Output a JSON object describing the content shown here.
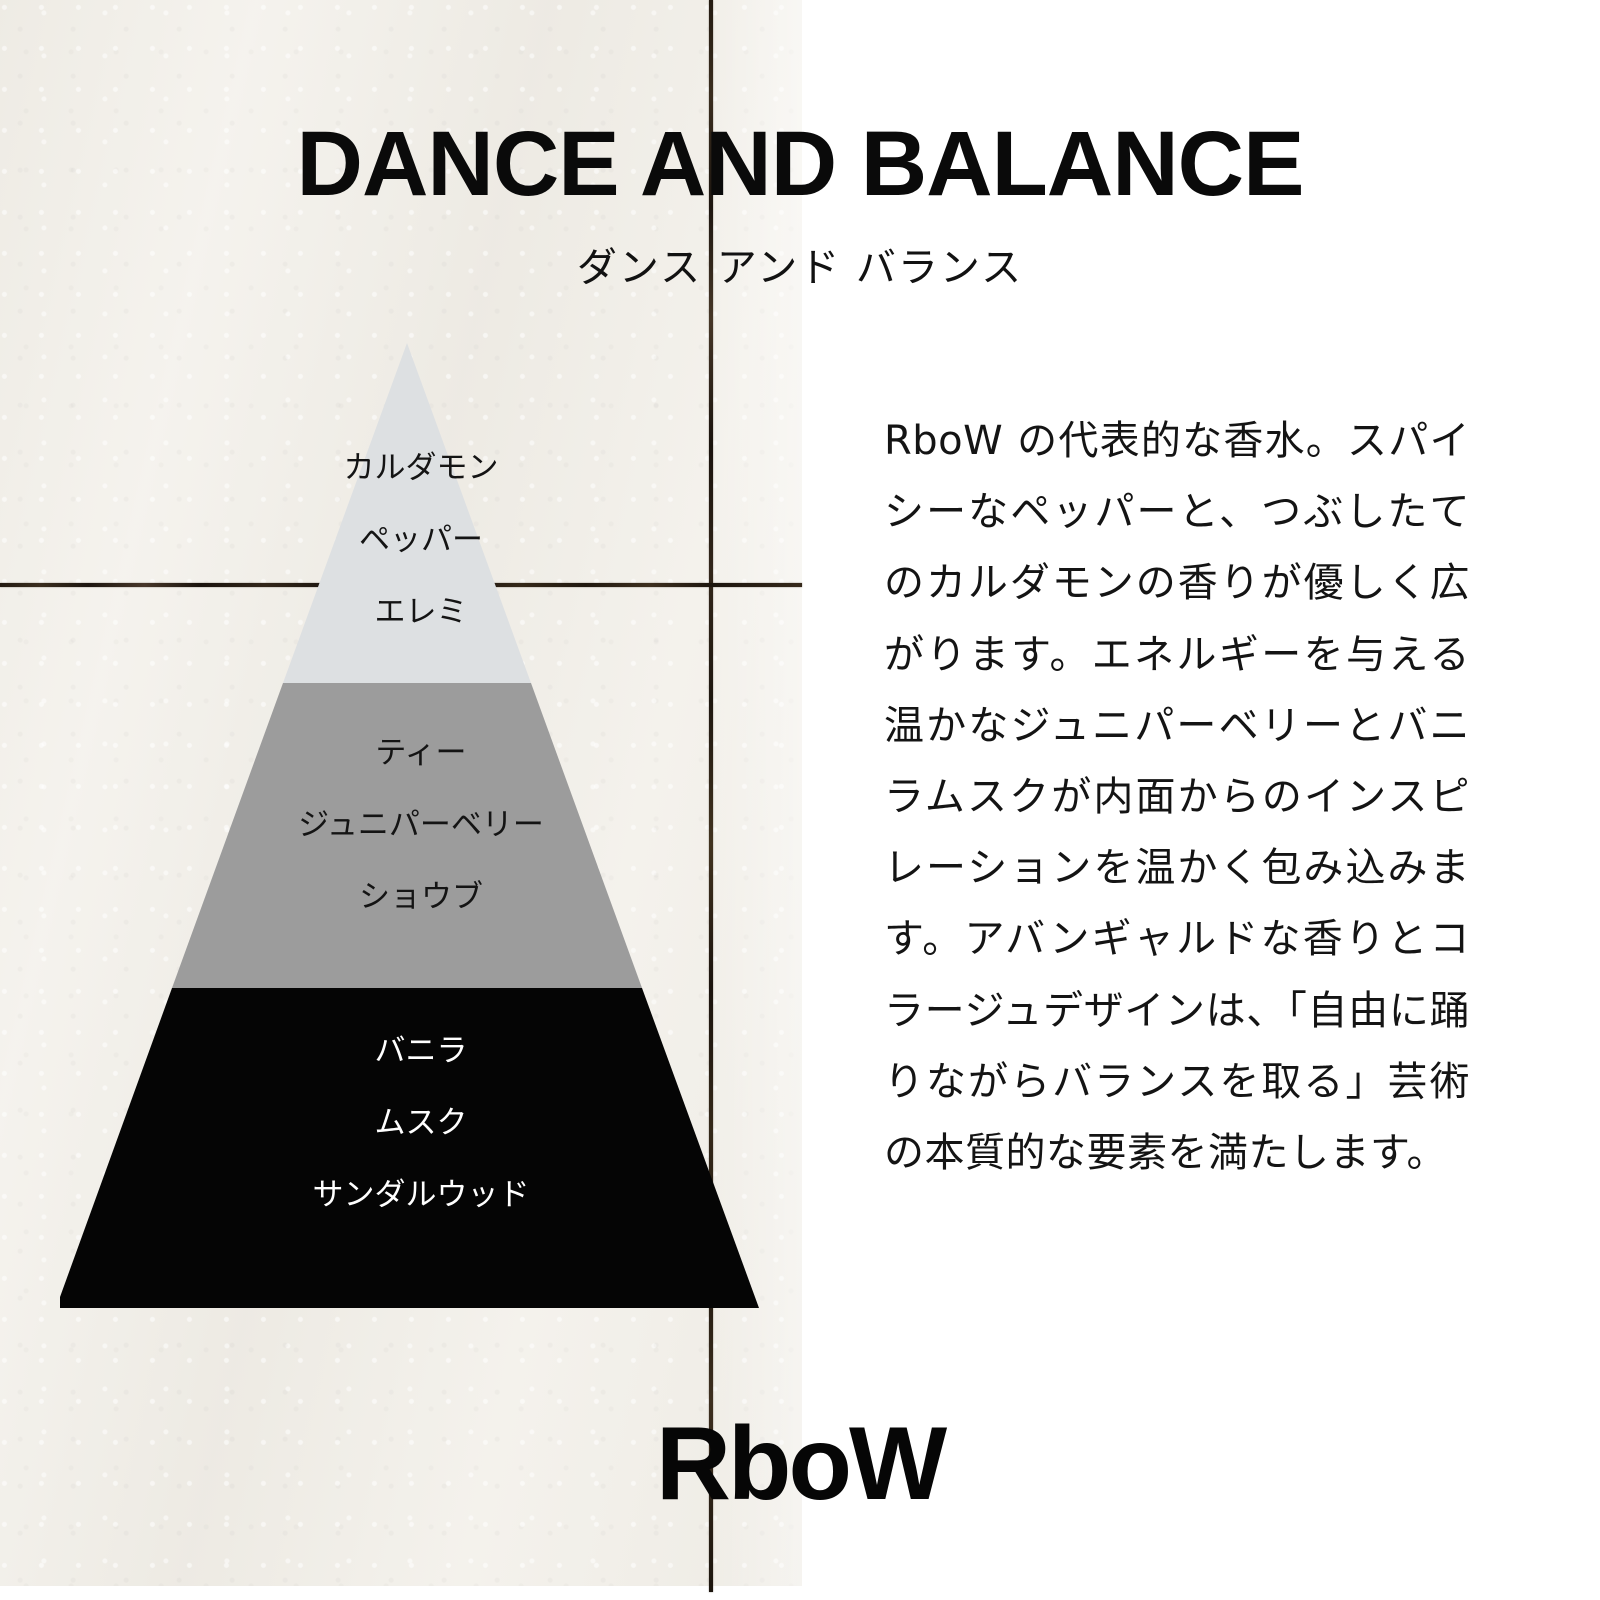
{
  "header": {
    "title": "DANCE AND BALANCE",
    "subtitle": "ダンス アンド バランス"
  },
  "brand": {
    "logotype": "RboW"
  },
  "pyramid": {
    "label": "fragrance-note-pyramid",
    "tiers": [
      {
        "id": "top-notes",
        "fill": "#dde0e2",
        "text_color": "#141414",
        "notes": [
          "カルダモン",
          "ペッパー",
          "エレミ"
        ]
      },
      {
        "id": "heart-notes",
        "fill": "#9c9c9c",
        "text_color": "#141414",
        "notes": [
          "ティー",
          "ジュニパーベリー",
          "ショウブ"
        ]
      },
      {
        "id": "base-notes",
        "fill": "#050505",
        "text_color": "#ffffff",
        "notes": [
          "バニラ",
          "ムスク",
          "サンダルウッド"
        ]
      }
    ]
  },
  "description": {
    "body": "RboW の代表的な香水。スパイシーなペッパーと、つぶしたてのカルダモンの香りが優しく広がります。エネルギーを与える温かなジュニパーベリーとバニラムスクが内面からのインスピレーションを温かく包み込みます。アバンギャルドな香りとコラージュデザインは、「自由に踊りながらバランスを取る」芸術の本質的な要素を満たします。"
  },
  "palette": {
    "paper": "#f1eee7",
    "white_panel": "#ffffff",
    "ink": "#0a0a0a",
    "rule": "#20180f",
    "tier_top": "#dde0e2",
    "tier_heart": "#9c9c9c",
    "tier_base": "#050505"
  }
}
